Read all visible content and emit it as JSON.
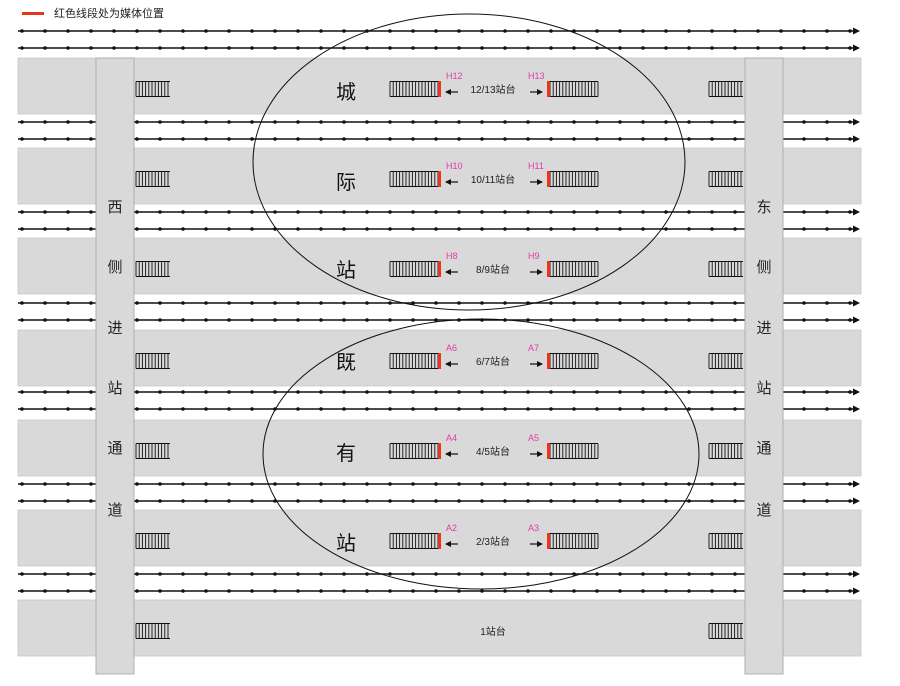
{
  "legend": {
    "text": "红色线段处为媒体位置",
    "color": "#e8361e"
  },
  "west_corridor": {
    "chars": [
      "西",
      "侧",
      "进",
      "站",
      "通",
      "道"
    ]
  },
  "east_corridor": {
    "chars": [
      "东",
      "侧",
      "进",
      "站",
      "通",
      "道"
    ]
  },
  "zones": [
    {
      "name": "城际站",
      "chars": [
        "城",
        "际",
        "站"
      ]
    },
    {
      "name": "既有站",
      "chars": [
        "既",
        "有",
        "站"
      ]
    }
  ],
  "platforms": [
    {
      "label": "12/13站台",
      "left_media": "H12",
      "right_media": "H13"
    },
    {
      "label": "10/11站台",
      "left_media": "H10",
      "right_media": "H11"
    },
    {
      "label": "8/9站台",
      "left_media": "H8",
      "right_media": "H9"
    },
    {
      "label": "6/7站台",
      "left_media": "A6",
      "right_media": "A7"
    },
    {
      "label": "4/5站台",
      "left_media": "A4",
      "right_media": "A5"
    },
    {
      "label": "2/3站台",
      "left_media": "A2",
      "right_media": "A3"
    },
    {
      "label": "1站台",
      "left_media": "",
      "right_media": ""
    }
  ],
  "colors": {
    "media": "#e8361e",
    "media_label": "#e23aa6",
    "platform": "#d9d9d9",
    "track": "#111111"
  }
}
